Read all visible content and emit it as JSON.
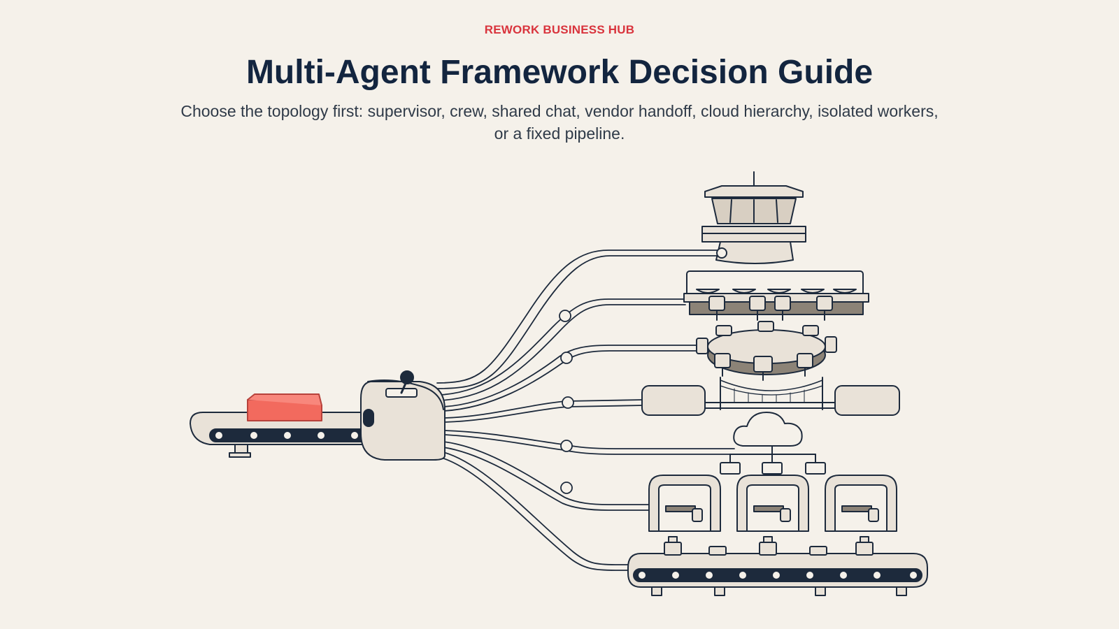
{
  "header": {
    "eyebrow": "REWORK BUSINESS HUB",
    "title": "Multi-Agent Framework Decision Guide",
    "subtitle": "Choose the topology first: supervisor, crew, shared chat, vendor handoff, cloud hierarchy, isolated workers, or a fixed pipeline."
  },
  "diagram": {
    "accent_color": "#f26a5e",
    "ink_color": "#1d2a3c",
    "fill_color": "#e9e2d8",
    "topologies": [
      {
        "name": "supervisor",
        "icon": "control-tower-icon"
      },
      {
        "name": "crew",
        "icon": "crew-workbench-icon"
      },
      {
        "name": "shared chat",
        "icon": "round-table-icon"
      },
      {
        "name": "vendor handoff",
        "icon": "bridge-icon"
      },
      {
        "name": "cloud hierarchy",
        "icon": "cloud-hierarchy-icon"
      },
      {
        "name": "isolated workers",
        "icon": "worker-booths-icon"
      },
      {
        "name": "fixed pipeline",
        "icon": "assembly-line-icon"
      }
    ]
  }
}
